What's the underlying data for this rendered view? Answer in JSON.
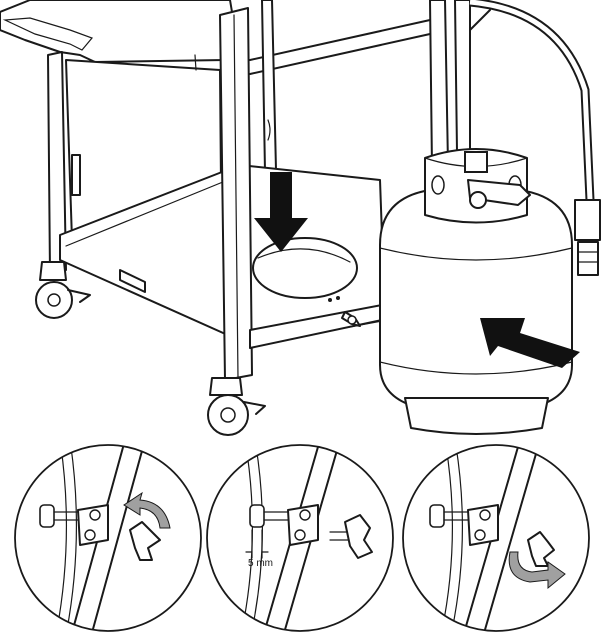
{
  "figure": {
    "detail_views": [
      {
        "step": "remove-wing-nut",
        "arrow": "curved-arrow-counterclockwise"
      },
      {
        "step": "measure-bolt-gap",
        "dimension_label": "5 mm"
      },
      {
        "step": "tighten-wing-nut",
        "arrow": "curved-arrow-clockwise"
      }
    ],
    "colors": {
      "ink": "#1a1a1a",
      "arrow_gray": "#a0a0a0",
      "background": "#ffffff"
    }
  }
}
